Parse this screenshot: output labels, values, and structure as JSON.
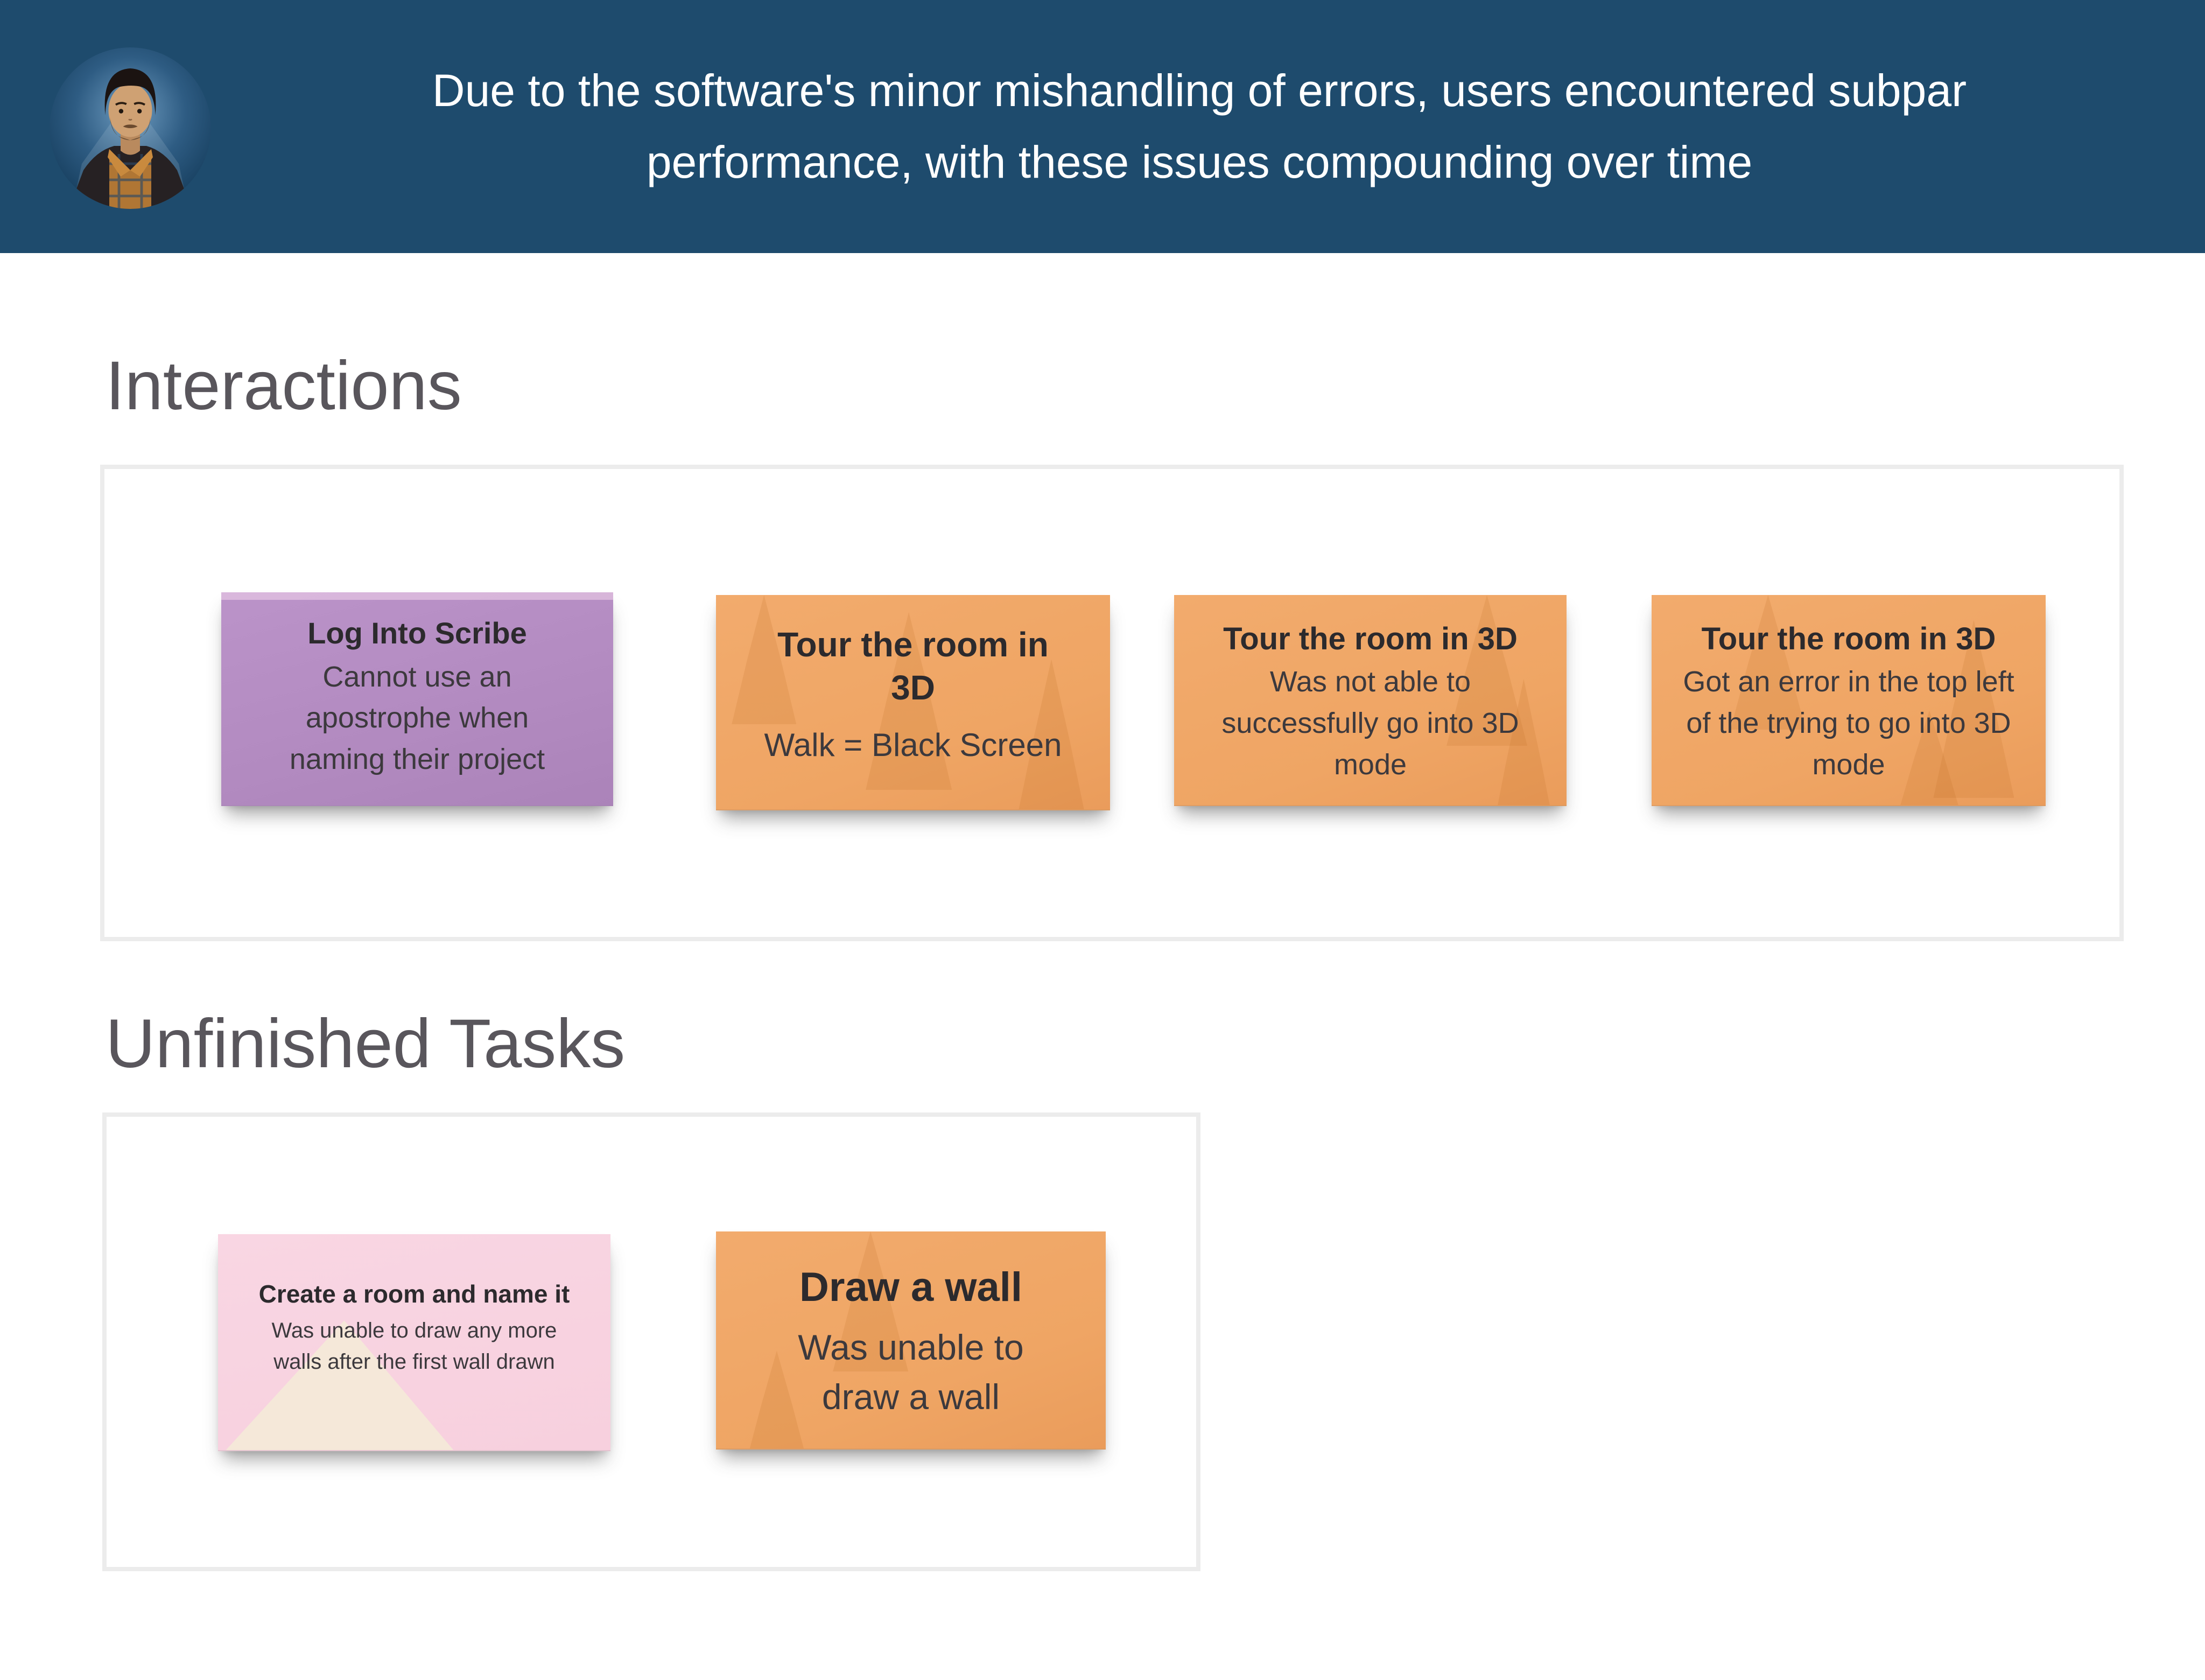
{
  "header": {
    "quote": "Due to the software's minor mishandling of errors, users encountered subpar performance, with these issues compounding over time",
    "bg_color": "#1e4b6d",
    "avatar": "persona-photo"
  },
  "sections": [
    {
      "title": "Interactions",
      "notes": [
        {
          "title": "Log Into Scribe",
          "body": "Cannot use an apostrophe when naming their project",
          "color": "#b58dc3"
        },
        {
          "title": "Tour the room in 3D",
          "body": "Walk = Black Screen",
          "color": "#efa666"
        },
        {
          "title": "Tour the room in 3D",
          "body": "Was not able to successfully go into 3D mode",
          "color": "#efa666"
        },
        {
          "title": "Tour the room in 3D",
          "body": "Got an error in the top left of the trying to go into 3D mode",
          "color": "#efa666"
        }
      ]
    },
    {
      "title": "Unfinished Tasks",
      "notes": [
        {
          "title": "Create a room and name it",
          "body": "Was unable to draw any more walls after the first wall drawn",
          "color": "#f8d3e0"
        },
        {
          "title": "Draw a wall",
          "body": "Was unable to draw a wall",
          "color": "#efa666"
        }
      ]
    }
  ],
  "colors": {
    "header_bg": "#1e4b6d",
    "heading_text": "#59565c",
    "panel_border": "#ececec",
    "note_purple": "#b58dc3",
    "note_orange": "#efa666",
    "note_pink": "#f8d3e0",
    "note_title_text": "#2c2a2d",
    "note_body_text": "#3c393d"
  }
}
